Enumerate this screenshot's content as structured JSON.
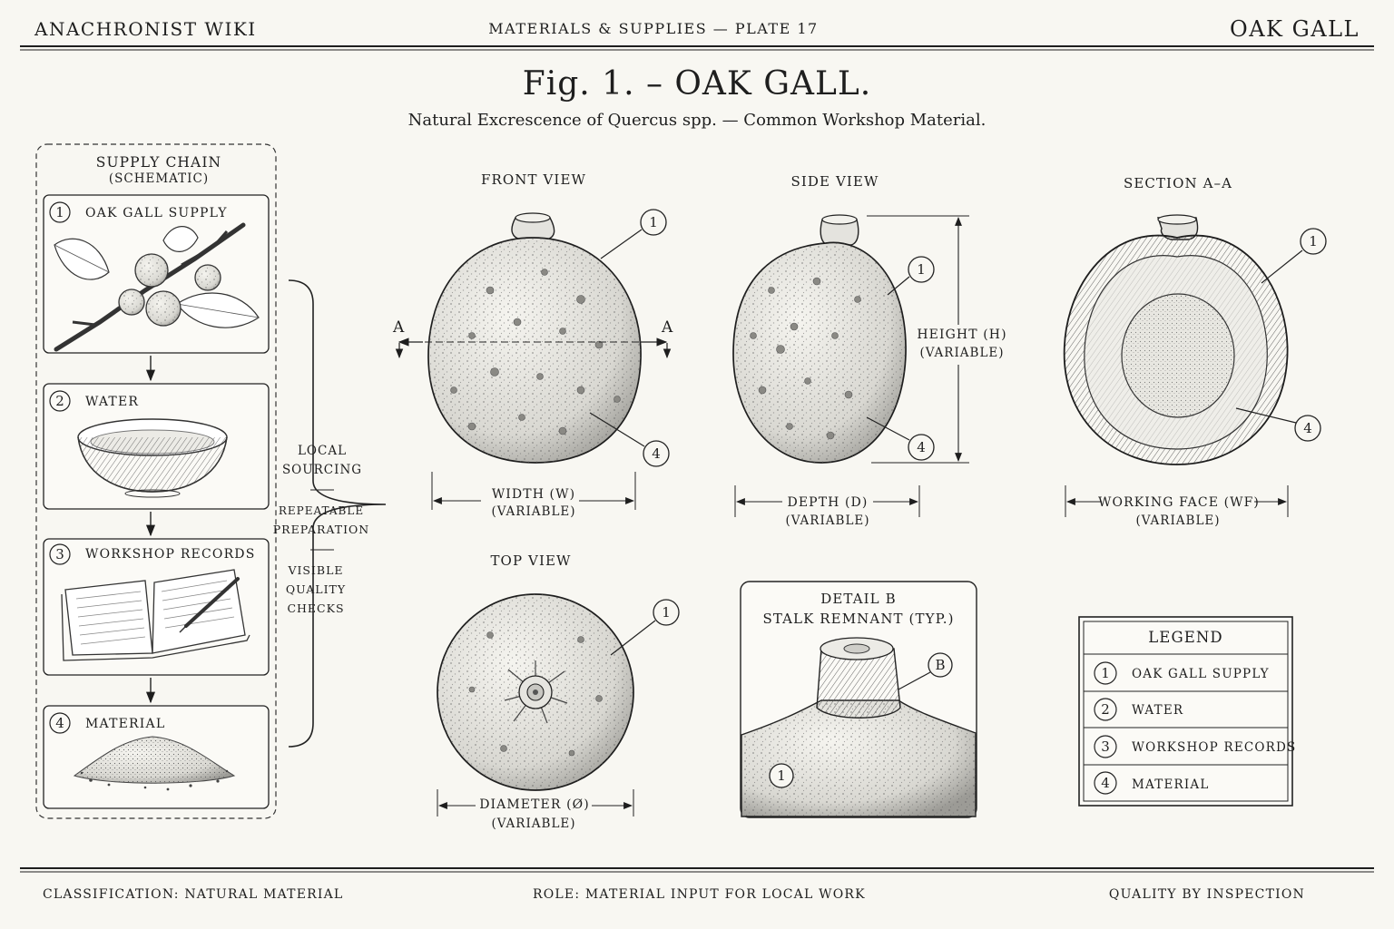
{
  "header": {
    "site": "ANACHRONIST WIKI",
    "section": "MATERIALS & SUPPLIES — PLATE 17",
    "subject": "OAK GALL"
  },
  "figure": {
    "title": "Fig. 1. – OAK GALL.",
    "subtitle": "Natural Excrescence of Quercus spp. — Common Workshop Material."
  },
  "supply_chain": {
    "title": "SUPPLY CHAIN",
    "subtitle": "(SCHEMATIC)",
    "steps": [
      {
        "num": "1",
        "label": "OAK GALL SUPPLY"
      },
      {
        "num": "2",
        "label": "WATER"
      },
      {
        "num": "3",
        "label": "WORKSHOP RECORDS"
      },
      {
        "num": "4",
        "label": "MATERIAL"
      }
    ],
    "brace_notes": {
      "n1a": "LOCAL",
      "n1b": "SOURCING",
      "n2a": "REPEATABLE",
      "n2b": "PREPARATION",
      "n3a": "VISIBLE",
      "n3b": "QUALITY",
      "n3c": "CHECKS",
      "sep": "—"
    }
  },
  "views": {
    "front": {
      "title": "FRONT VIEW",
      "dim": "WIDTH (W)",
      "dim_note": "(VARIABLE)",
      "section_mark": "A"
    },
    "side": {
      "title": "SIDE VIEW",
      "dim": "DEPTH (D)",
      "dim_note": "(VARIABLE)",
      "height": "HEIGHT (H)",
      "height_note": "(VARIABLE)"
    },
    "section": {
      "title": "SECTION A–A",
      "dim": "WORKING FACE (WF)",
      "dim_note": "(VARIABLE)"
    },
    "top": {
      "title": "TOP VIEW",
      "dim": "DIAMETER (Ø)",
      "dim_note": "(VARIABLE)"
    },
    "detail": {
      "title": "DETAIL B",
      "subtitle": "STALK REMNANT (TYP.)",
      "callout": "B"
    }
  },
  "callouts": {
    "one": "1",
    "four": "4"
  },
  "legend": {
    "title": "LEGEND",
    "items": [
      {
        "num": "1",
        "label": "OAK GALL SUPPLY"
      },
      {
        "num": "2",
        "label": "WATER"
      },
      {
        "num": "3",
        "label": "WORKSHOP RECORDS"
      },
      {
        "num": "4",
        "label": "MATERIAL"
      }
    ]
  },
  "footer": {
    "classification": "CLASSIFICATION: NATURAL MATERIAL",
    "role": "ROLE: MATERIAL INPUT FOR LOCAL WORK",
    "quality": "QUALITY BY INSPECTION"
  }
}
